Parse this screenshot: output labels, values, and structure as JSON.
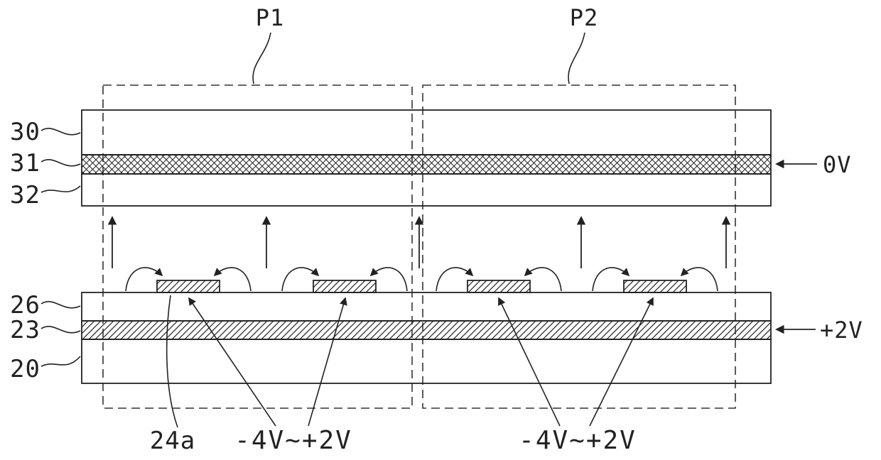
{
  "figure": {
    "background": "#ffffff",
    "line_color": "#222222",
    "pixel_regions": [
      {
        "label": "P1"
      },
      {
        "label": "P2"
      }
    ],
    "top_stack": {
      "layer_refs": [
        "30",
        "31",
        "32"
      ],
      "electrode_voltage": "0V"
    },
    "bottom_stack": {
      "layer_refs": [
        "26",
        "23",
        "20"
      ],
      "electrode_voltage": "+2V"
    },
    "pixel_electrode": {
      "ref": "24a",
      "voltage_p1": "-4V~+2V",
      "voltage_p2": "-4V~+2V"
    }
  }
}
